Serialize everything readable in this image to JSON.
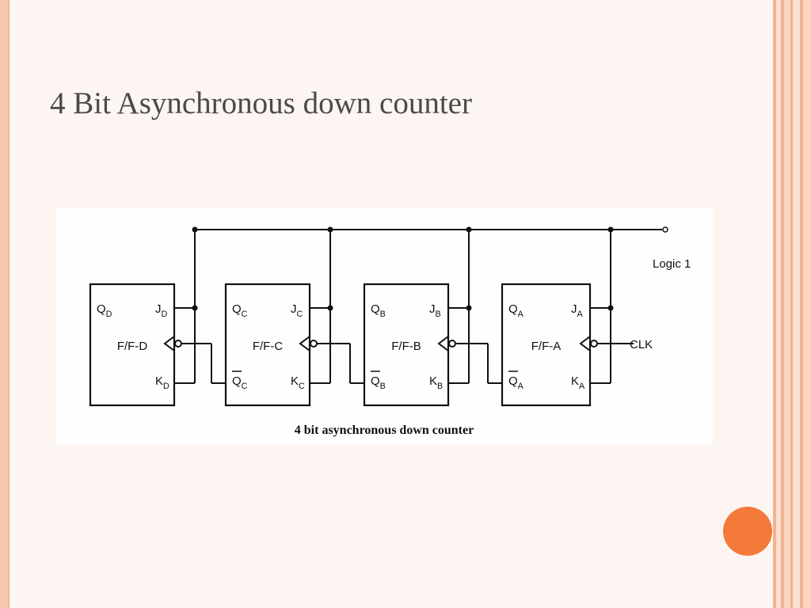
{
  "slide": {
    "title": "4 Bit Asynchronous down counter"
  },
  "diagram": {
    "caption": "4 bit asynchronous down counter",
    "logic_label": "Logic 1",
    "clock_label": "CLK",
    "flip_flops": [
      {
        "name": "F/F-D",
        "q": "Q",
        "q_sub": "D",
        "qbar": "Q",
        "qbar_sub": "D",
        "j": "J",
        "j_sub": "D",
        "k": "K",
        "k_sub": "D",
        "show_qbar": false
      },
      {
        "name": "F/F-C",
        "q": "Q",
        "q_sub": "C",
        "qbar": "Q",
        "qbar_sub": "C",
        "j": "J",
        "j_sub": "C",
        "k": "K",
        "k_sub": "C",
        "show_qbar": true
      },
      {
        "name": "F/F-B",
        "q": "Q",
        "q_sub": "B",
        "qbar": "Q",
        "qbar_sub": "B",
        "j": "J",
        "j_sub": "B",
        "k": "K",
        "k_sub": "B",
        "show_qbar": true
      },
      {
        "name": "F/F-A",
        "q": "Q",
        "q_sub": "A",
        "qbar": "Q",
        "qbar_sub": "A",
        "j": "J",
        "j_sub": "A",
        "k": "K",
        "k_sub": "A",
        "show_qbar": true
      }
    ]
  },
  "colors": {
    "accent": "#f47a3a",
    "border": "#f7c9b0",
    "title": "#4a4a4a"
  }
}
